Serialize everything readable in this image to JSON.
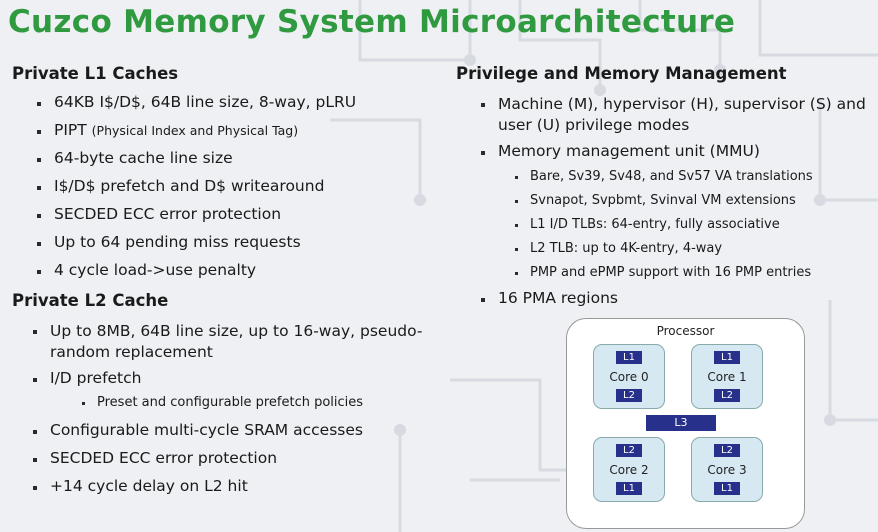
{
  "title": "Cuzco Memory System Microarchitecture",
  "left": {
    "l1_heading": "Private L1 Caches",
    "l1_items": [
      "64KB I$/D$, 64B line size, 8-way, pLRU",
      "PIPT",
      "64-byte cache line size",
      "I$/D$ prefetch and D$ writearound",
      "SECDED ECC error protection",
      "Up to 64 pending miss requests",
      "4 cycle load->use penalty"
    ],
    "pipt_note": "(Physical Index and Physical Tag)",
    "l2_heading": "Private L2 Cache",
    "l2_items": [
      "Up to 8MB, 64B line size, up to 16-way, pseudo-random replacement",
      "I/D prefetch",
      "Configurable multi-cycle SRAM accesses",
      "SECDED ECC error protection",
      "+14 cycle delay on L2 hit"
    ],
    "l2_sub_items": [
      "Preset and configurable prefetch policies"
    ]
  },
  "right": {
    "heading": "Privilege and Memory Management",
    "items": [
      "Machine (M), hypervisor (H), supervisor (S) and user (U) privilege modes",
      "Memory management unit (MMU)",
      "16 PMA regions"
    ],
    "mmu_sub_items": [
      "Bare, Sv39, Sv48, and Sv57 VA translations",
      "Svnapot, Svpbmt, Svinval VM extensions",
      "L1 I/D TLBs: 64-entry, fully associative",
      "L2 TLB: up to 4K-entry, 4-way",
      "PMP and ePMP support with 16 PMP entries"
    ]
  },
  "diagram": {
    "processor_label": "Processor",
    "cores": [
      {
        "name": "Core 0",
        "upper": "L1",
        "lower": "L2"
      },
      {
        "name": "Core 1",
        "upper": "L1",
        "lower": "L2"
      },
      {
        "name": "Core 2",
        "upper": "L2",
        "lower": "L1"
      },
      {
        "name": "Core 3",
        "upper": "L2",
        "lower": "L1"
      }
    ],
    "shared_cache": "L3",
    "core_fill": "#d6e9f3",
    "cache_fill": "#27308a"
  },
  "colors": {
    "title": "#2f9a3f",
    "background": "#eef0f3"
  }
}
